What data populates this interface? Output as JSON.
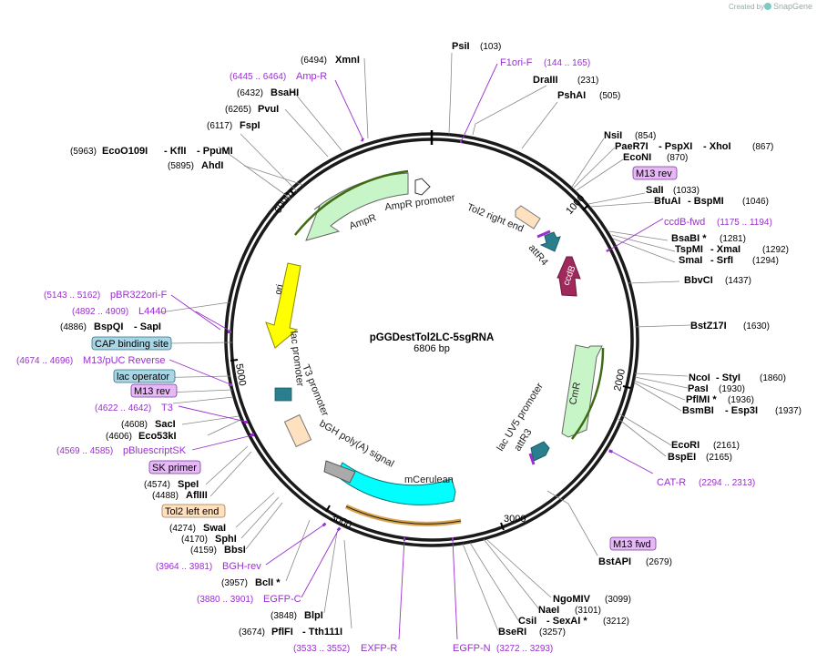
{
  "credit": {
    "prefix": "Created by",
    "brand": "SnapGene"
  },
  "plasmid": {
    "name": "pGGDestTol2LC-5sgRNA",
    "size": "6806 bp"
  },
  "ticks": [
    "1000",
    "2000",
    "3000",
    "3000",
    "5000",
    "6000"
  ],
  "features": {
    "ampr_promoter": "AmpR promoter",
    "ampr": "AmpR",
    "tol2_right_end": "Tol2 right end",
    "attr4": "attR4",
    "ccdb": "ccdB",
    "ori": "ori",
    "lac_promoter": "lac promoter",
    "t3_promoter": "T3 promoter",
    "bgh": "bGH poly(A) signal",
    "mcerulean": "mCerulean",
    "cmr": "CmR",
    "lacuv5": "lac UV5 promoter",
    "attr3": "attR3"
  },
  "enzymes": {
    "psii": {
      "name": "PsiI",
      "pos": "(103)"
    },
    "draiii": {
      "name": "DraIII",
      "pos": "(231)"
    },
    "pshai": {
      "name": "PshAI",
      "pos": "(505)"
    },
    "nsii": {
      "name": "NsiI",
      "pos": "(854)"
    },
    "paer7i": {
      "name": "PaeR7I",
      "mid": "PspXI",
      "last": "XhoI",
      "pos": "(867)"
    },
    "econi": {
      "name": "EcoNI",
      "pos": "(870)"
    },
    "sali": {
      "name": "SalI",
      "pos": "(1033)"
    },
    "bfuai": {
      "name": "BfuAI",
      "mid": "BspMI",
      "pos": "(1046)"
    },
    "bsabi": {
      "name": "BsaBI *",
      "pos": "(1281)"
    },
    "tspmi": {
      "name": "TspMI",
      "mid": "XmaI",
      "pos": "(1292)"
    },
    "smai": {
      "name": "SmaI",
      "mid": "SrfI",
      "pos": "(1294)"
    },
    "bbvci": {
      "name": "BbvCI",
      "pos": "(1437)"
    },
    "bstz17i": {
      "name": "BstZ17I",
      "pos": "(1630)"
    },
    "ncoi": {
      "name": "NcoI",
      "mid": "StyI",
      "pos": "(1860)"
    },
    "pasi": {
      "name": "PasI",
      "pos": "(1930)"
    },
    "pflmi": {
      "name": "PflMI *",
      "pos": "(1936)"
    },
    "bsmbi": {
      "name": "BsmBI",
      "mid": "Esp3I",
      "pos": "(1937)"
    },
    "ecori": {
      "name": "EcoRI",
      "pos": "(2161)"
    },
    "bspei": {
      "name": "BspEI",
      "pos": "(2165)"
    },
    "bstapi": {
      "name": "BstAPI",
      "pos": "(2679)"
    },
    "ngomiv": {
      "name": "NgoMIV",
      "pos": "(3099)"
    },
    "naei": {
      "name": "NaeI",
      "pos": "(3101)"
    },
    "csii": {
      "name": "CsiI",
      "mid": "SexAI *",
      "pos": "(3212)"
    },
    "bseri": {
      "name": "BseRI",
      "pos": "(3257)"
    },
    "pflfi": {
      "name": "PflFI",
      "mid": "Tth111I",
      "pos": "(3674)"
    },
    "blpi": {
      "name": "BlpI",
      "pos": "(3848)"
    },
    "bcli": {
      "name": "BclI *",
      "pos": "(3957)"
    },
    "bbsi": {
      "name": "BbsI",
      "pos": "(4159)"
    },
    "sphi": {
      "name": "SphI",
      "pos": "(4170)"
    },
    "swai": {
      "name": "SwaI",
      "pos": "(4274)"
    },
    "aflii": {
      "name": "AflIII",
      "pos": "(4488)"
    },
    "spei": {
      "name": "SpeI",
      "pos": "(4574)"
    },
    "eco53ki": {
      "name": "Eco53kI",
      "pos": "(4606)"
    },
    "saci": {
      "name": "SacI",
      "pos": "(4608)"
    },
    "bspqi": {
      "name": "BspQI",
      "mid": "SapI",
      "pos": "(4886)"
    },
    "ahdi": {
      "name": "AhdI",
      "pos": "(5895)"
    },
    "ecoo109i": {
      "name": "EcoO109I",
      "mid": "KflI",
      "last": "PpuMI",
      "pos": "(5963)"
    },
    "fspi": {
      "name": "FspI",
      "pos": "(6117)"
    },
    "pvui": {
      "name": "PvuI",
      "pos": "(6265)"
    },
    "bsahi": {
      "name": "BsaHI",
      "pos": "(6432)"
    },
    "xmni": {
      "name": "XmnI",
      "pos": "(6494)"
    }
  },
  "primers": {
    "f1ori": {
      "name": "F1ori-F",
      "pos": "(144 .. 165)"
    },
    "ampr": {
      "name": "Amp-R",
      "pos": "(6445 .. 6464)"
    },
    "ccdb": {
      "name": "ccdB-fwd",
      "pos": "(1175 .. 1194)"
    },
    "catr": {
      "name": "CAT-R",
      "pos": "(2294 .. 2313)"
    },
    "egfpn": {
      "name": "EGFP-N",
      "pos": "(3272 .. 3293)"
    },
    "egfpr": {
      "name": "EXFP-R",
      "pos": "(3533 .. 3552)"
    },
    "egfpc": {
      "name": "EGFP-C",
      "pos": "(3880 .. 3901)"
    },
    "bghrev": {
      "name": "BGH-rev",
      "pos": "(3964 .. 3981)"
    },
    "pbluescript": {
      "name": "pBluescriptSK",
      "pos": "(4569 .. 4585)"
    },
    "t3": {
      "name": "T3",
      "pos": "(4622 .. 4642)"
    },
    "m13puc": {
      "name": "M13/pUC Reverse",
      "pos": "(4674 .. 4696)"
    },
    "l4440": {
      "name": "L4440",
      "pos": "(4892 .. 4909)"
    },
    "pbr322": {
      "name": "pBR322ori-F",
      "pos": "(5143 .. 5162)"
    }
  },
  "badges": {
    "m13rev_top": "M13 rev",
    "m13fwd": "M13 fwd",
    "cap": "CAP binding site",
    "lacop": "lac operator",
    "m13rev_left": "M13 rev",
    "skprimer": "SK primer",
    "tol2left": "Tol2 left end"
  },
  "colors": {
    "backbone": "#1a1a1a",
    "primer": "#9a2fd1",
    "ampr": "#c8f5c8",
    "ori": "#ffff00",
    "mcerulean": "#00ffff",
    "ccdb": "#a0285a",
    "attr": "#2a7f8f",
    "tol2": "#ffe0bf",
    "badge_blue": "#a9d6e5",
    "badge_purple": "#e6b8f5"
  }
}
